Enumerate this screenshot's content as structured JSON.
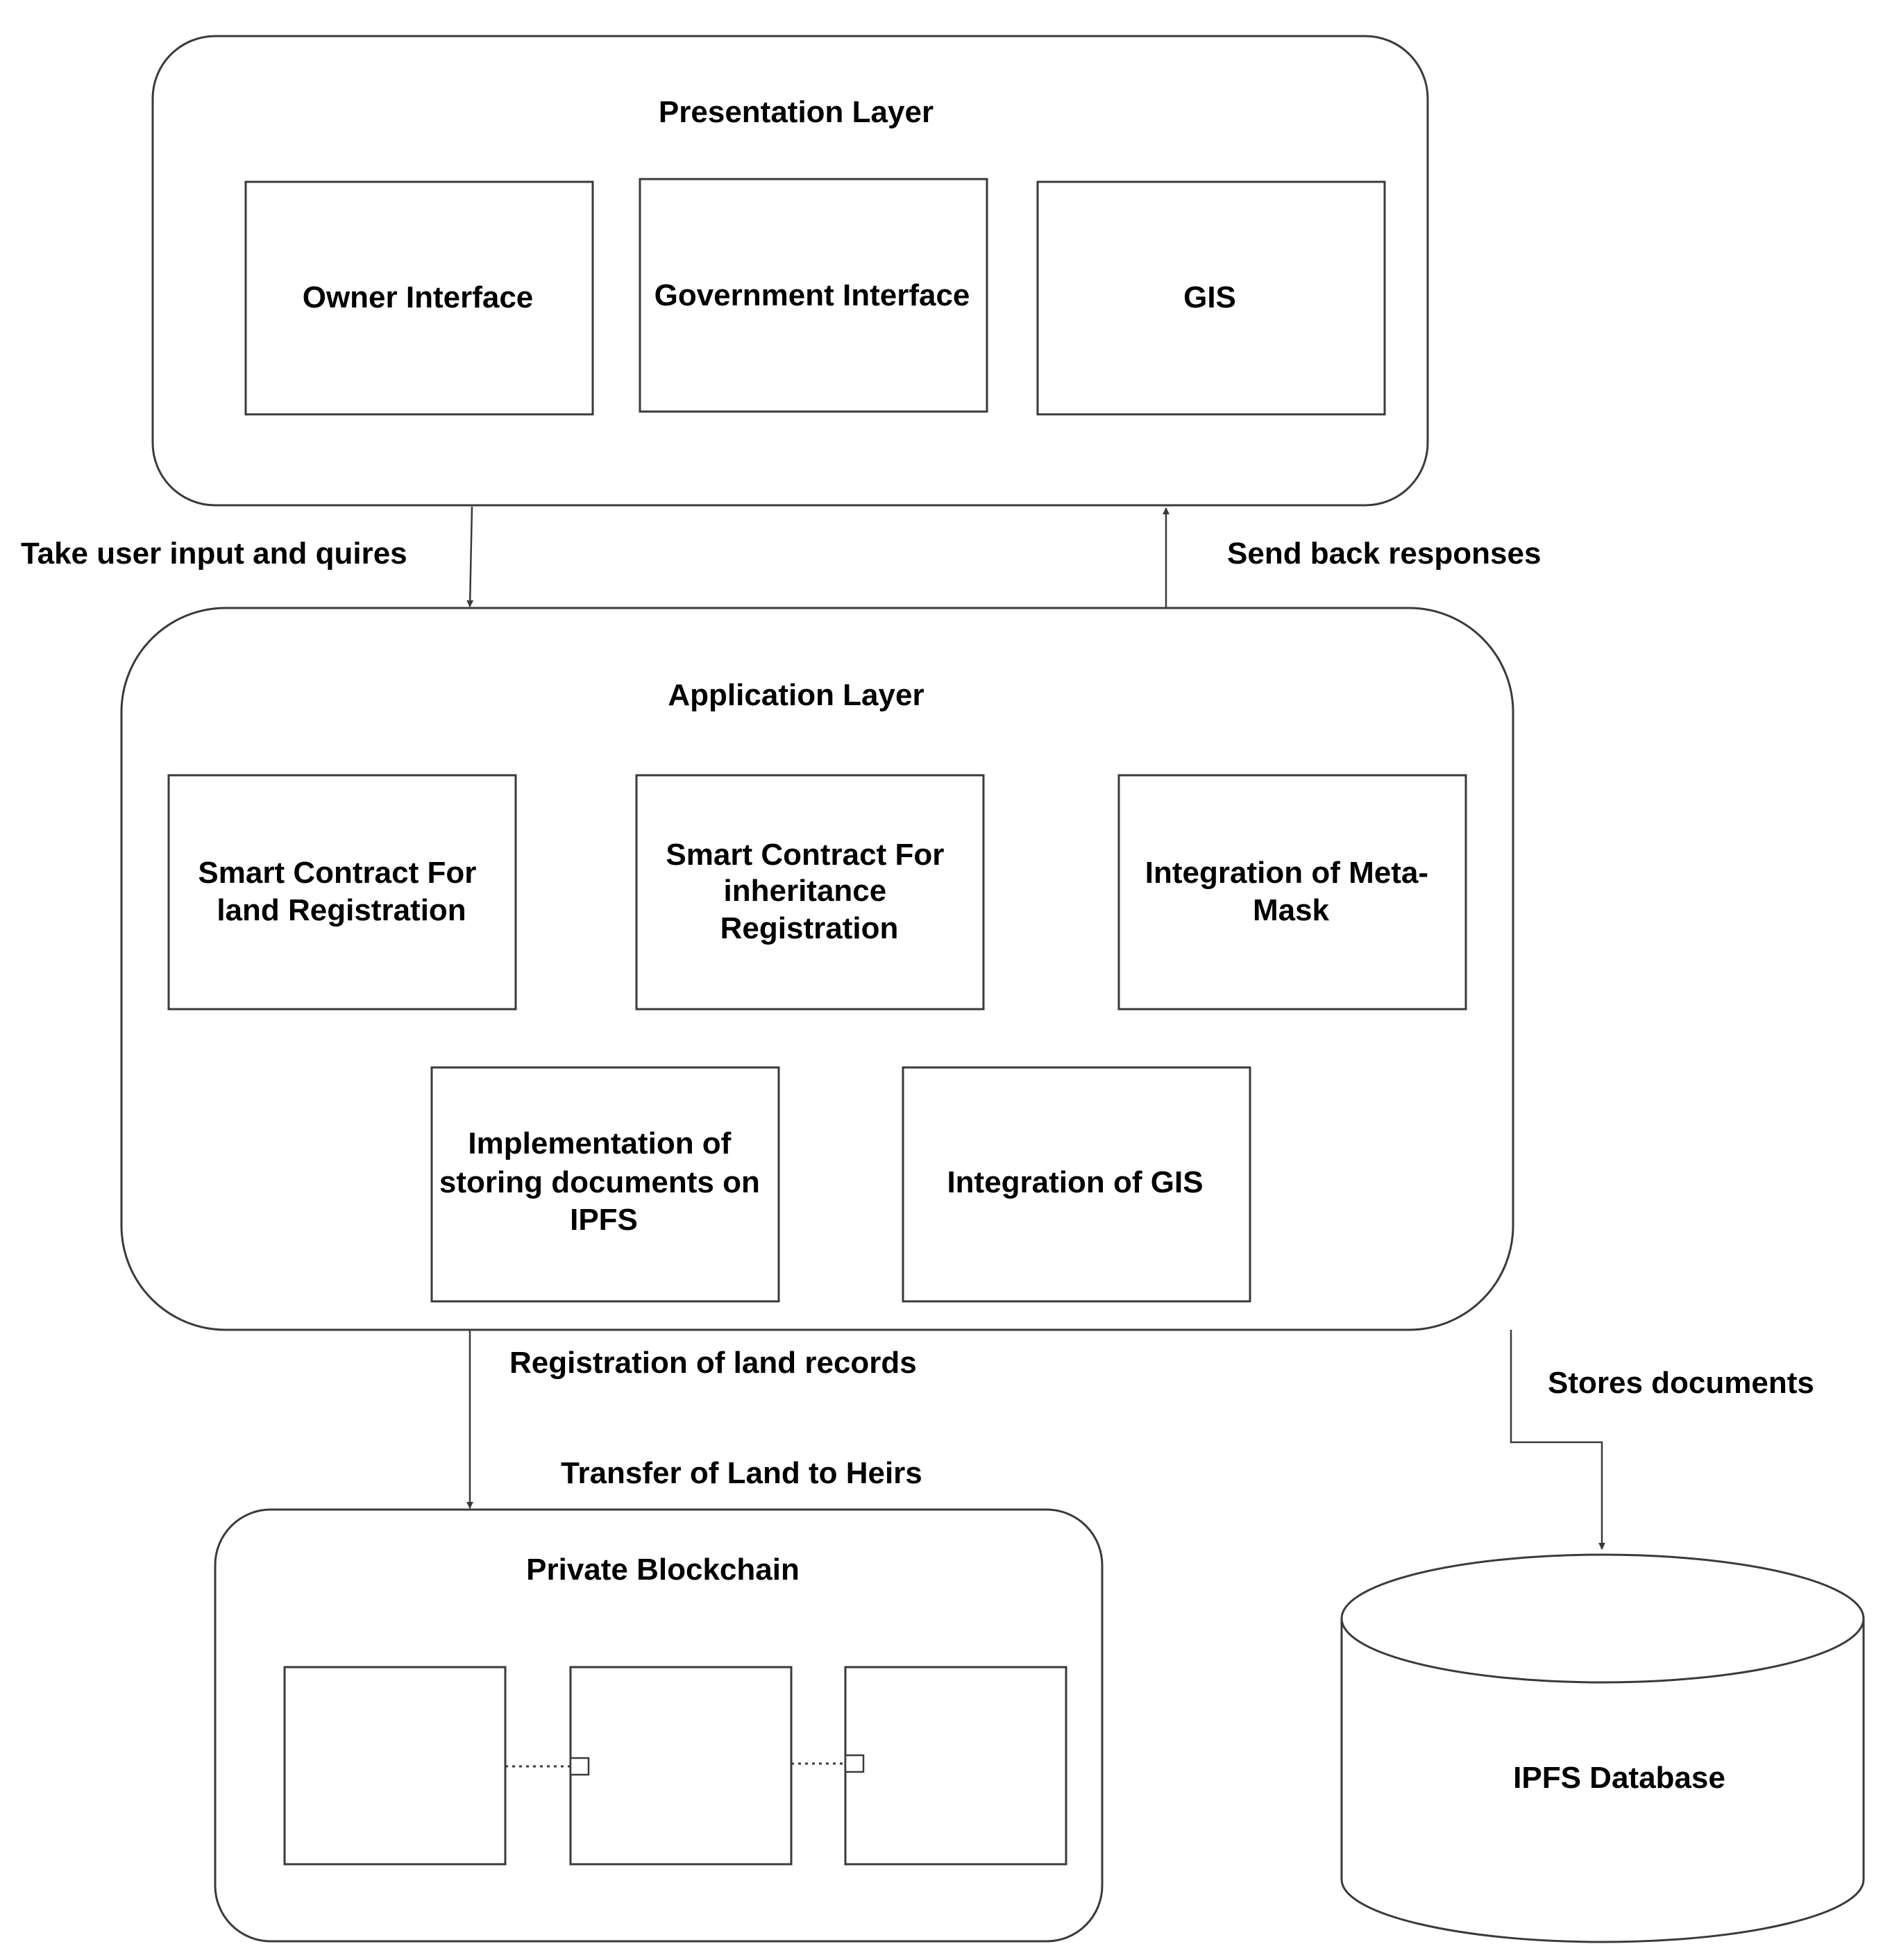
{
  "presentation": {
    "title": "Presentation Layer",
    "owner_interface": "Owner Interface",
    "government_interface": "Government Interface",
    "gis": "GIS"
  },
  "application": {
    "title": "Application Layer",
    "land_registration": [
      "Smart Contract For",
      "land Registration"
    ],
    "inheritance_registration": [
      "Smart Contract For",
      "inheritance",
      "Registration"
    ],
    "metamask": [
      "Integration of Meta-",
      "Mask"
    ],
    "ipfs_storage": [
      "Implementation of",
      "storing documents on",
      "IPFS"
    ],
    "gis_integration": "Integration of GIS"
  },
  "flows": {
    "user_input": "Take user input and quires",
    "responses": "Send back responses",
    "registration": "Registration of land records",
    "transfer": "Transfer of Land to Heirs",
    "stores": "Stores documents"
  },
  "blockchain": {
    "title": "Private Blockchain"
  },
  "database": {
    "label": "IPFS Database"
  }
}
